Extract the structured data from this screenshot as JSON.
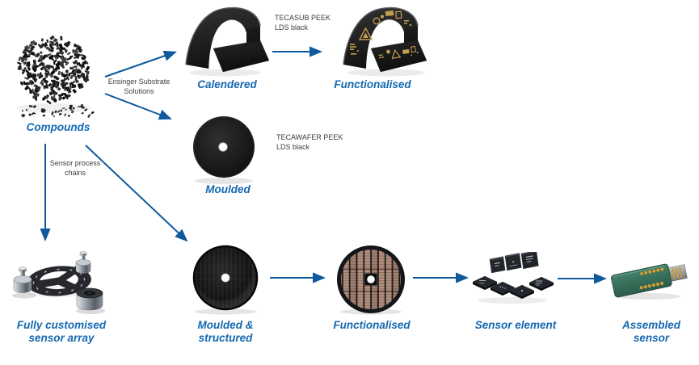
{
  "colors": {
    "accent_blue": "#0f5a9e",
    "label_blue": "#1468b0",
    "annotation_gray": "#3d3d3d",
    "gold": "#c49e52",
    "pcb_green": "#35705b",
    "wafer_tan": "#b4907e"
  },
  "stages": {
    "compounds": "Compounds",
    "calendered": "Calendered",
    "functionalised_film": "Functionalised",
    "moulded": "Moulded",
    "sensor_array_line1": "Fully customised",
    "sensor_array_line2": "sensor array",
    "moulded_structured_line1": "Moulded &",
    "moulded_structured_line2": "structured",
    "functionalised_wafer": "Functionalised",
    "sensor_element": "Sensor element",
    "assembled_sensor_line1": "Assembled",
    "assembled_sensor_line2": "sensor"
  },
  "annotations": {
    "substrate_path_line1": "Ensinger Substrate",
    "substrate_path_line2": "Solutions",
    "sensor_path_line1": "Sensor process",
    "sensor_path_line2": "chains",
    "film_material_line1": "TECASUB PEEK",
    "film_material_line2": "LDS black",
    "wafer_material_line1": "TECAWAFER PEEK",
    "wafer_material_line2": "LDS black"
  }
}
